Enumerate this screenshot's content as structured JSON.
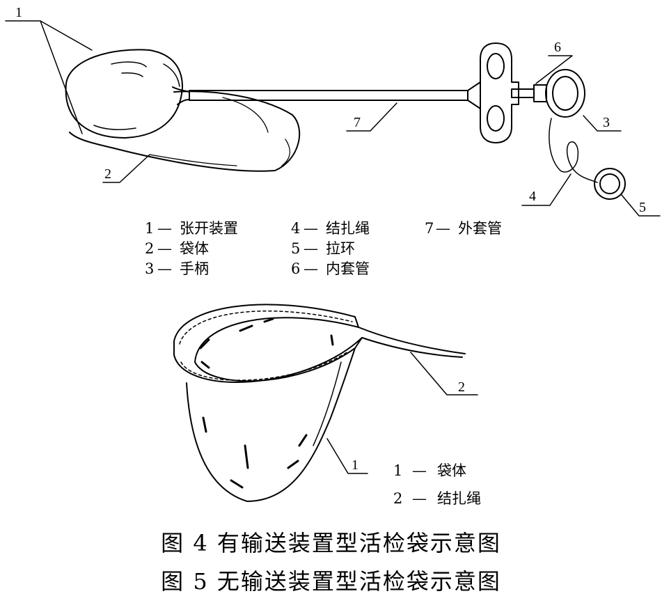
{
  "fig4": {
    "callouts": [
      "1",
      "2",
      "3",
      "4",
      "5",
      "6",
      "7"
    ],
    "legend": [
      {
        "num": "1",
        "dash": "—",
        "text": "张开装置"
      },
      {
        "num": "2",
        "dash": "—",
        "text": "袋体"
      },
      {
        "num": "3",
        "dash": "—",
        "text": "手柄"
      },
      {
        "num": "4",
        "dash": "—",
        "text": "结扎绳"
      },
      {
        "num": "5",
        "dash": "—",
        "text": "拉环"
      },
      {
        "num": "6",
        "dash": "—",
        "text": "内套管"
      },
      {
        "num": "7",
        "dash": "—",
        "text": "外套管"
      }
    ],
    "caption": "图 4 有输送装置型活检袋示意图"
  },
  "fig5": {
    "callouts": [
      "2",
      "1"
    ],
    "legend": [
      {
        "num": "1",
        "dash": "—",
        "text": "袋体"
      },
      {
        "num": "2",
        "dash": "—",
        "text": "结扎绳"
      }
    ],
    "caption": "图 5 无输送装置型活检袋示意图"
  }
}
